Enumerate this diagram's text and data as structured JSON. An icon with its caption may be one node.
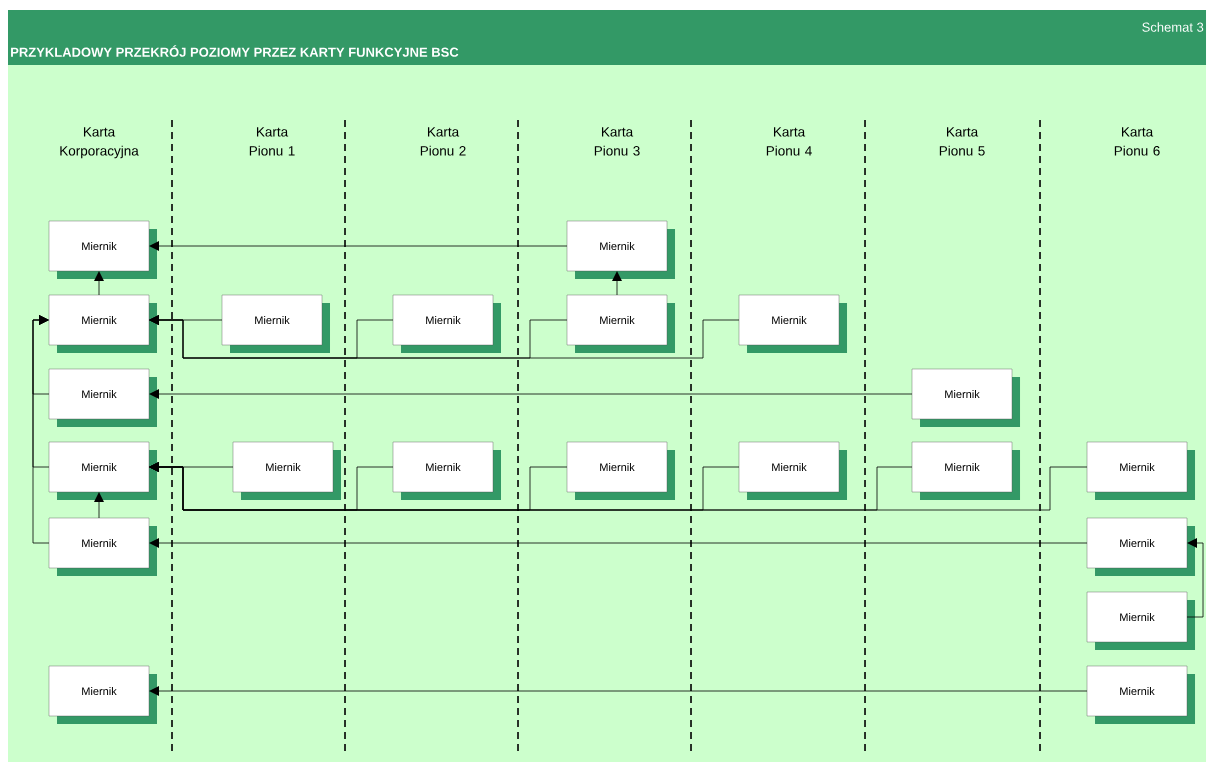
{
  "diagram": {
    "title": "PRZYKLADOWY PRZEKRÓJ POZIOMY PRZEZ KARTY FUNKCYJNE BSC",
    "nodes": [
      {
        "text": [
          "Miernik"
        ]
      },
      {
        "text": [
          "Miernik"
        ]
      },
      {
        "text": [
          "Miernik"
        ]
      },
      {
        "text": [
          "Miernik"
        ]
      },
      {
        "text": [
          "Miernik"
        ]
      },
      {
        "text": [
          "Miernik"
        ]
      },
      {
        "text": [
          "Miernik"
        ]
      },
      {
        "text": [
          "Miernik"
        ]
      },
      {
        "text": [
          "Miernik"
        ]
      },
      {
        "text": [
          "Miernik"
        ]
      },
      {
        "text": [
          "Miernik"
        ]
      },
      {
        "text": [
          "Miernik"
        ]
      },
      {
        "text": [
          "Miernik"
        ]
      },
      {
        "text": [
          "Miernik"
        ]
      },
      {
        "text": [
          "Miernik"
        ]
      },
      {
        "text": [
          "Miernik"
        ]
      },
      {
        "text": [
          "Miernik"
        ]
      },
      {
        "text": [
          "Miernik"
        ]
      },
      {
        "text": [
          "Miernik"
        ]
      },
      {
        "text": [
          "Miernik"
        ]
      },
      {
        "text": [
          "Miernik"
        ]
      }
    ],
    "edges": [
      {
        "from": 1,
        "to": 0,
        "arrow": "to"
      },
      {
        "from": 2,
        "to": 0,
        "arrow": "to"
      },
      {
        "from": 5,
        "to": 1,
        "arrow": "to"
      },
      {
        "from": 3,
        "to": 2,
        "arrow": "to"
      },
      {
        "from": 4,
        "to": 2,
        "arrow": "to"
      },
      {
        "from": 5,
        "to": 2,
        "arrow": "to"
      },
      {
        "from": 6,
        "to": 2,
        "arrow": "to"
      },
      {
        "from": 8,
        "to": 7,
        "arrow": "to"
      },
      {
        "from": 7,
        "to": 2,
        "arrow": "to"
      },
      {
        "from": 9,
        "to": 2,
        "arrow": "to"
      },
      {
        "from": 16,
        "to": 2,
        "arrow": "to"
      },
      {
        "from": 10,
        "to": 9,
        "arrow": "to"
      },
      {
        "from": 11,
        "to": 9,
        "arrow": "to"
      },
      {
        "from": 12,
        "to": 9,
        "arrow": "to"
      },
      {
        "from": 13,
        "to": 9,
        "arrow": "to"
      },
      {
        "from": 14,
        "to": 9,
        "arrow": "to"
      },
      {
        "from": 15,
        "to": 9,
        "arrow": "to"
      },
      {
        "from": 16,
        "to": 9,
        "arrow": "to"
      },
      {
        "from": 17,
        "to": 16,
        "arrow": "to"
      },
      {
        "from": 18,
        "to": 17,
        "arrow": "to"
      },
      {
        "from": 20,
        "to": 19,
        "arrow": "to"
      }
    ],
    "labels": [
      "Schemat 3",
      "Karta Korporacyjna",
      "Karta Pionu 1",
      "Karta Pionu 2",
      "Karta Pionu 3",
      "Karta Pionu 4",
      "Karta Pionu 5",
      "Karta Pionu 6"
    ]
  }
}
